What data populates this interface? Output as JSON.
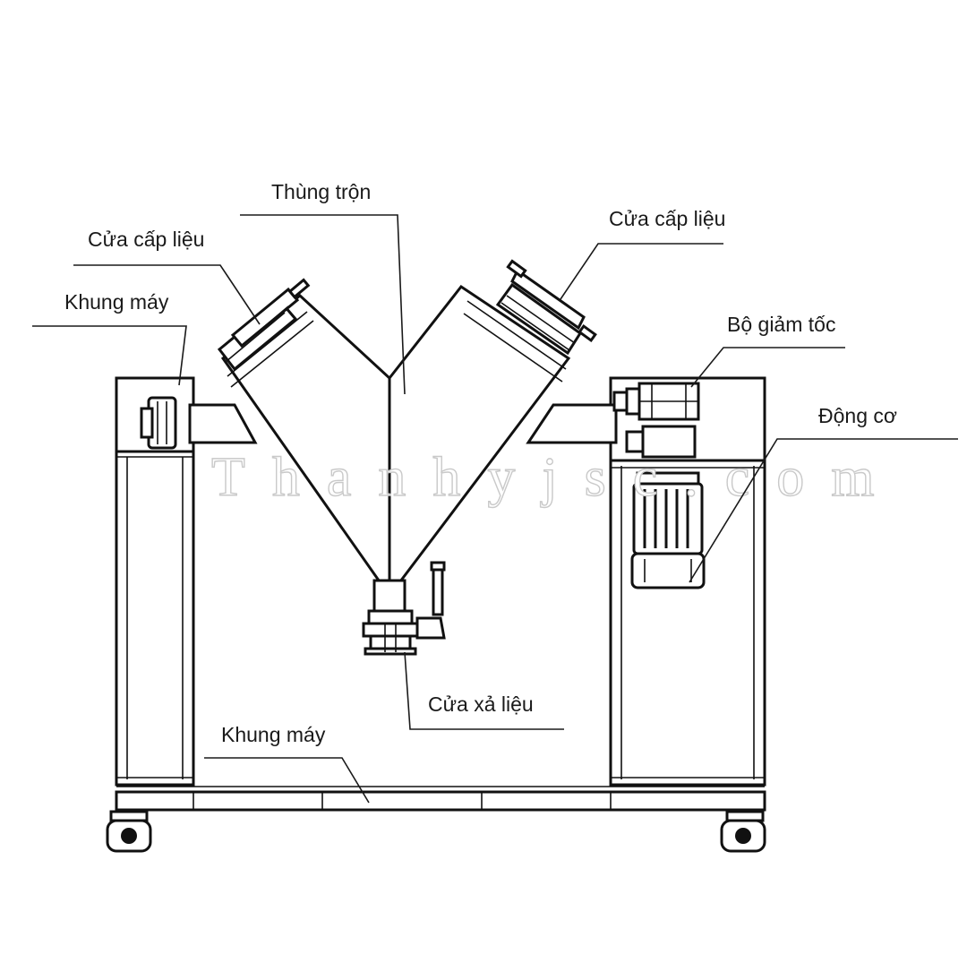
{
  "labels": {
    "mixing_tank": "Thùng trộn",
    "feed_door_left": "Cửa cấp liệu",
    "feed_door_right": "Cửa cấp liệu",
    "frame_top_left": "Khung máy",
    "gear_reducer": "Bộ giảm tốc",
    "motor": "Động cơ",
    "discharge_door": "Cửa xả liệu",
    "frame_bottom": "Khung máy"
  },
  "watermark": "Thanhyjsc.com"
}
